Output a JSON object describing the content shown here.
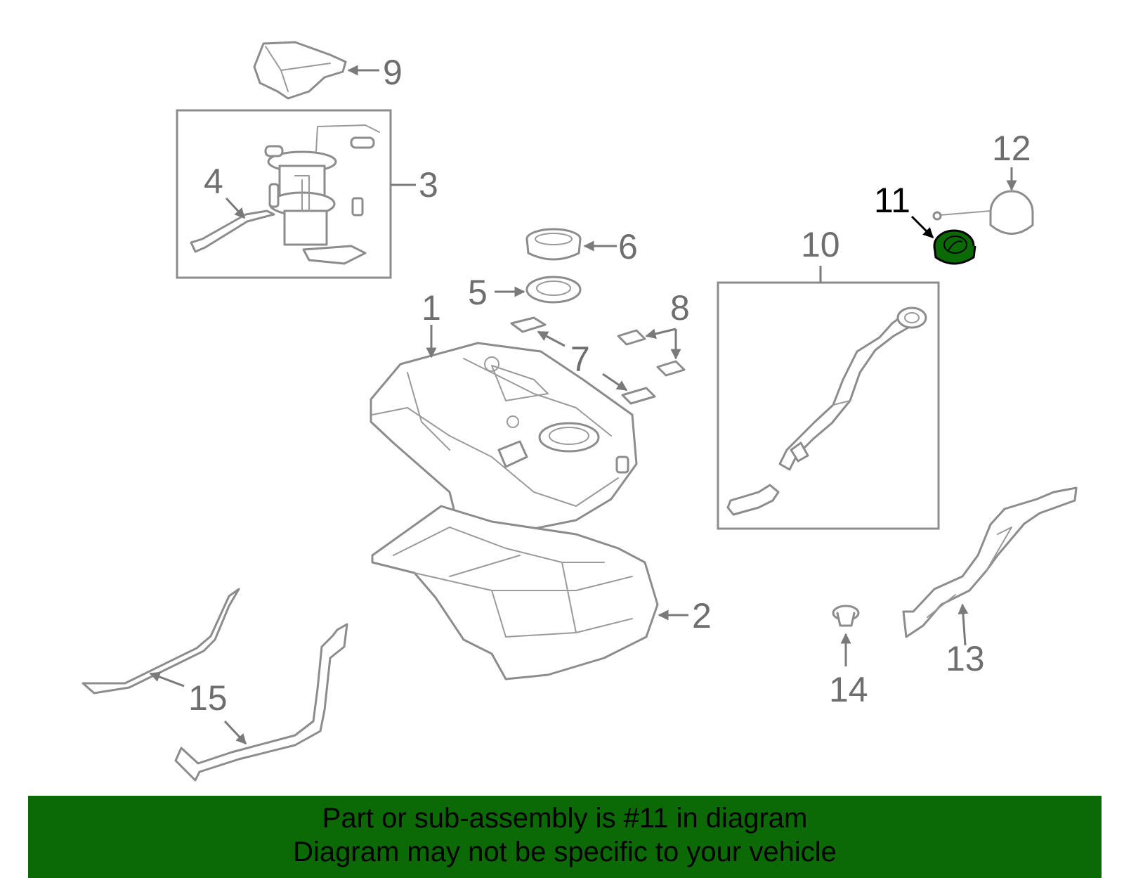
{
  "diagram": {
    "callouts": [
      "1",
      "2",
      "3",
      "4",
      "5",
      "6",
      "7",
      "8",
      "9",
      "10",
      "11",
      "12",
      "13",
      "14",
      "15"
    ],
    "highlighted_part": "11",
    "highlight_color": "#0b6a05"
  },
  "caption": {
    "line1": "Part or sub-assembly is #11 in diagram",
    "line2": "Diagram may not be specific to your vehicle",
    "background": "#0b6a05"
  }
}
